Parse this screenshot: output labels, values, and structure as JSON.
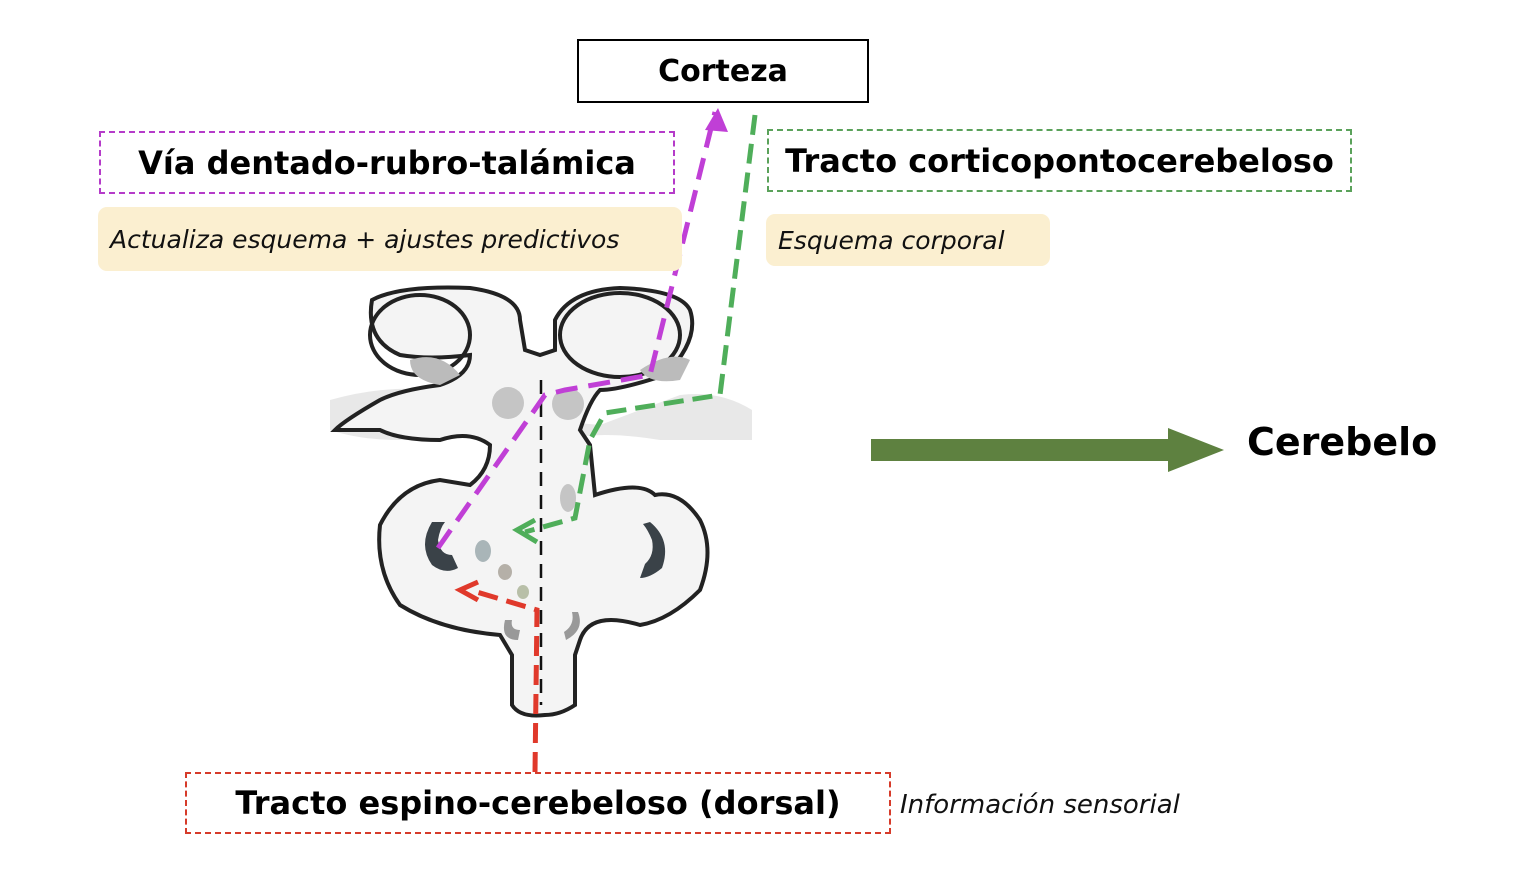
{
  "labels": {
    "corteza": "Corteza",
    "via_dentado": "Vía dentado-rubro-talámica",
    "via_dentado_note": "Actualiza esquema + ajustes predictivos",
    "cortico": "Tracto corticopontocerebeloso",
    "cortico_note": "Esquema corporal",
    "espino": "Tracto espino-cerebeloso (dorsal)",
    "espino_note": "Información sensorial",
    "cerebelo": "Cerebelo"
  },
  "colors": {
    "dentado_path": "#c03fd6",
    "cortico_path": "#4fae5a",
    "espino_path": "#e0392b",
    "cerebelo_arrow": "#5e8140",
    "note_bg": "#fbefd0"
  }
}
